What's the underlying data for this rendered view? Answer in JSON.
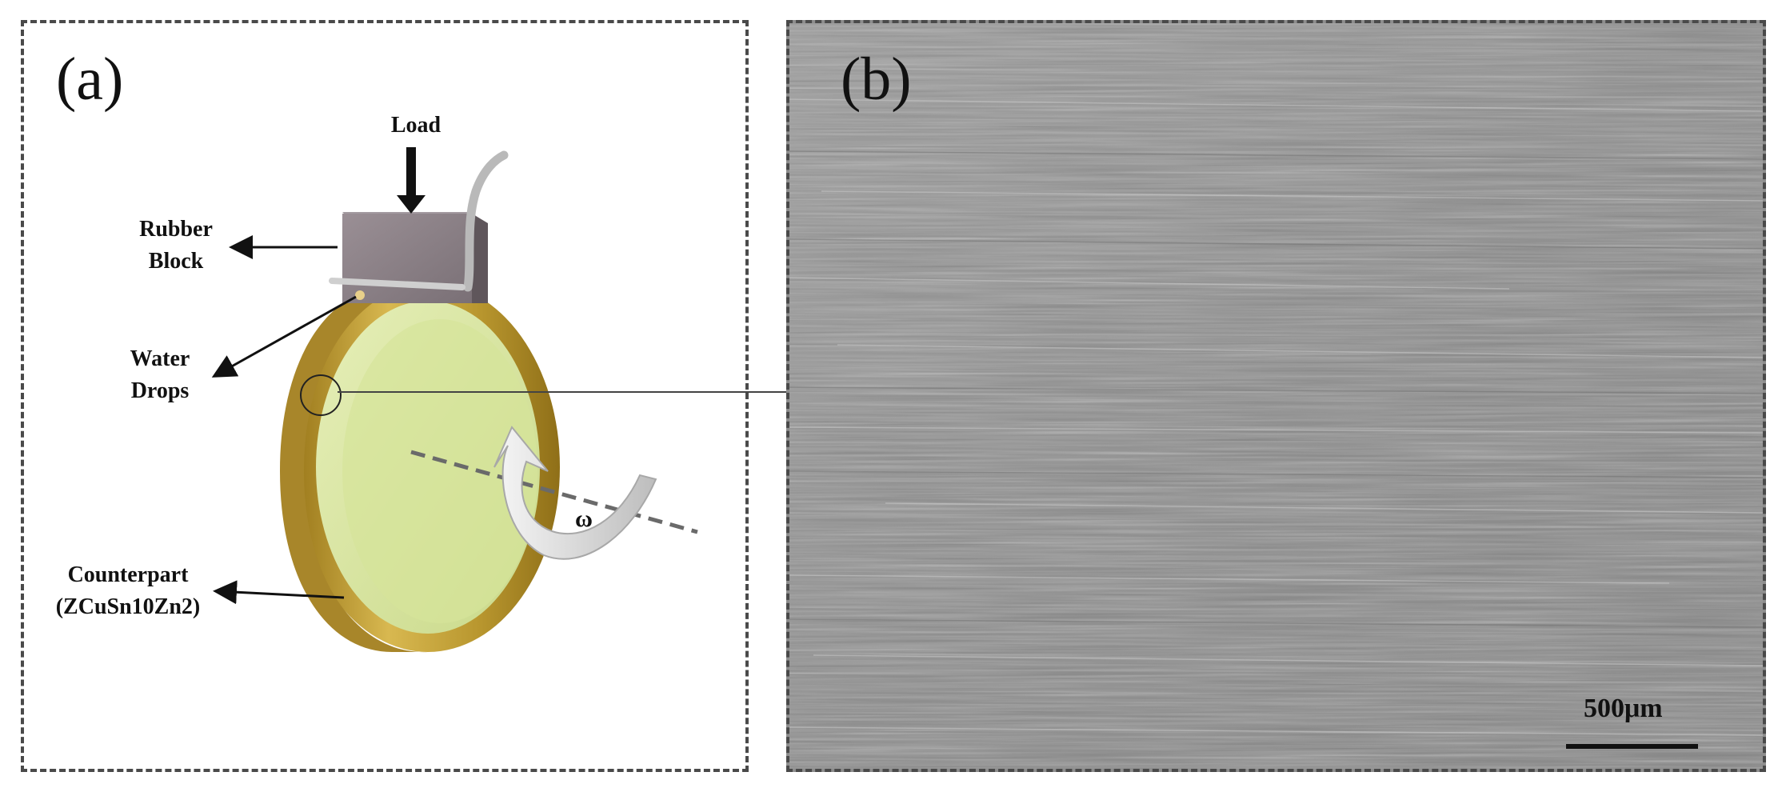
{
  "figure": {
    "panels": [
      {
        "id": "a",
        "label": "(a)"
      },
      {
        "id": "b",
        "label": "(b)"
      }
    ],
    "callouts": {
      "load": "Load",
      "rubber_block": "Rubber\nBlock",
      "water_drops": "Water\nDrops",
      "counterpart": "Counterpart\n(ZCuSn10Zn2)",
      "omega": "ω"
    },
    "scale_bar": {
      "label": "500μm"
    },
    "colors": {
      "ring_bronze": "#b8962e",
      "ring_inner": "#d9e6a0",
      "block_gray": "#7d7278",
      "sem_gray": "#8d8d8d",
      "frame": "#4a4a4a"
    }
  }
}
